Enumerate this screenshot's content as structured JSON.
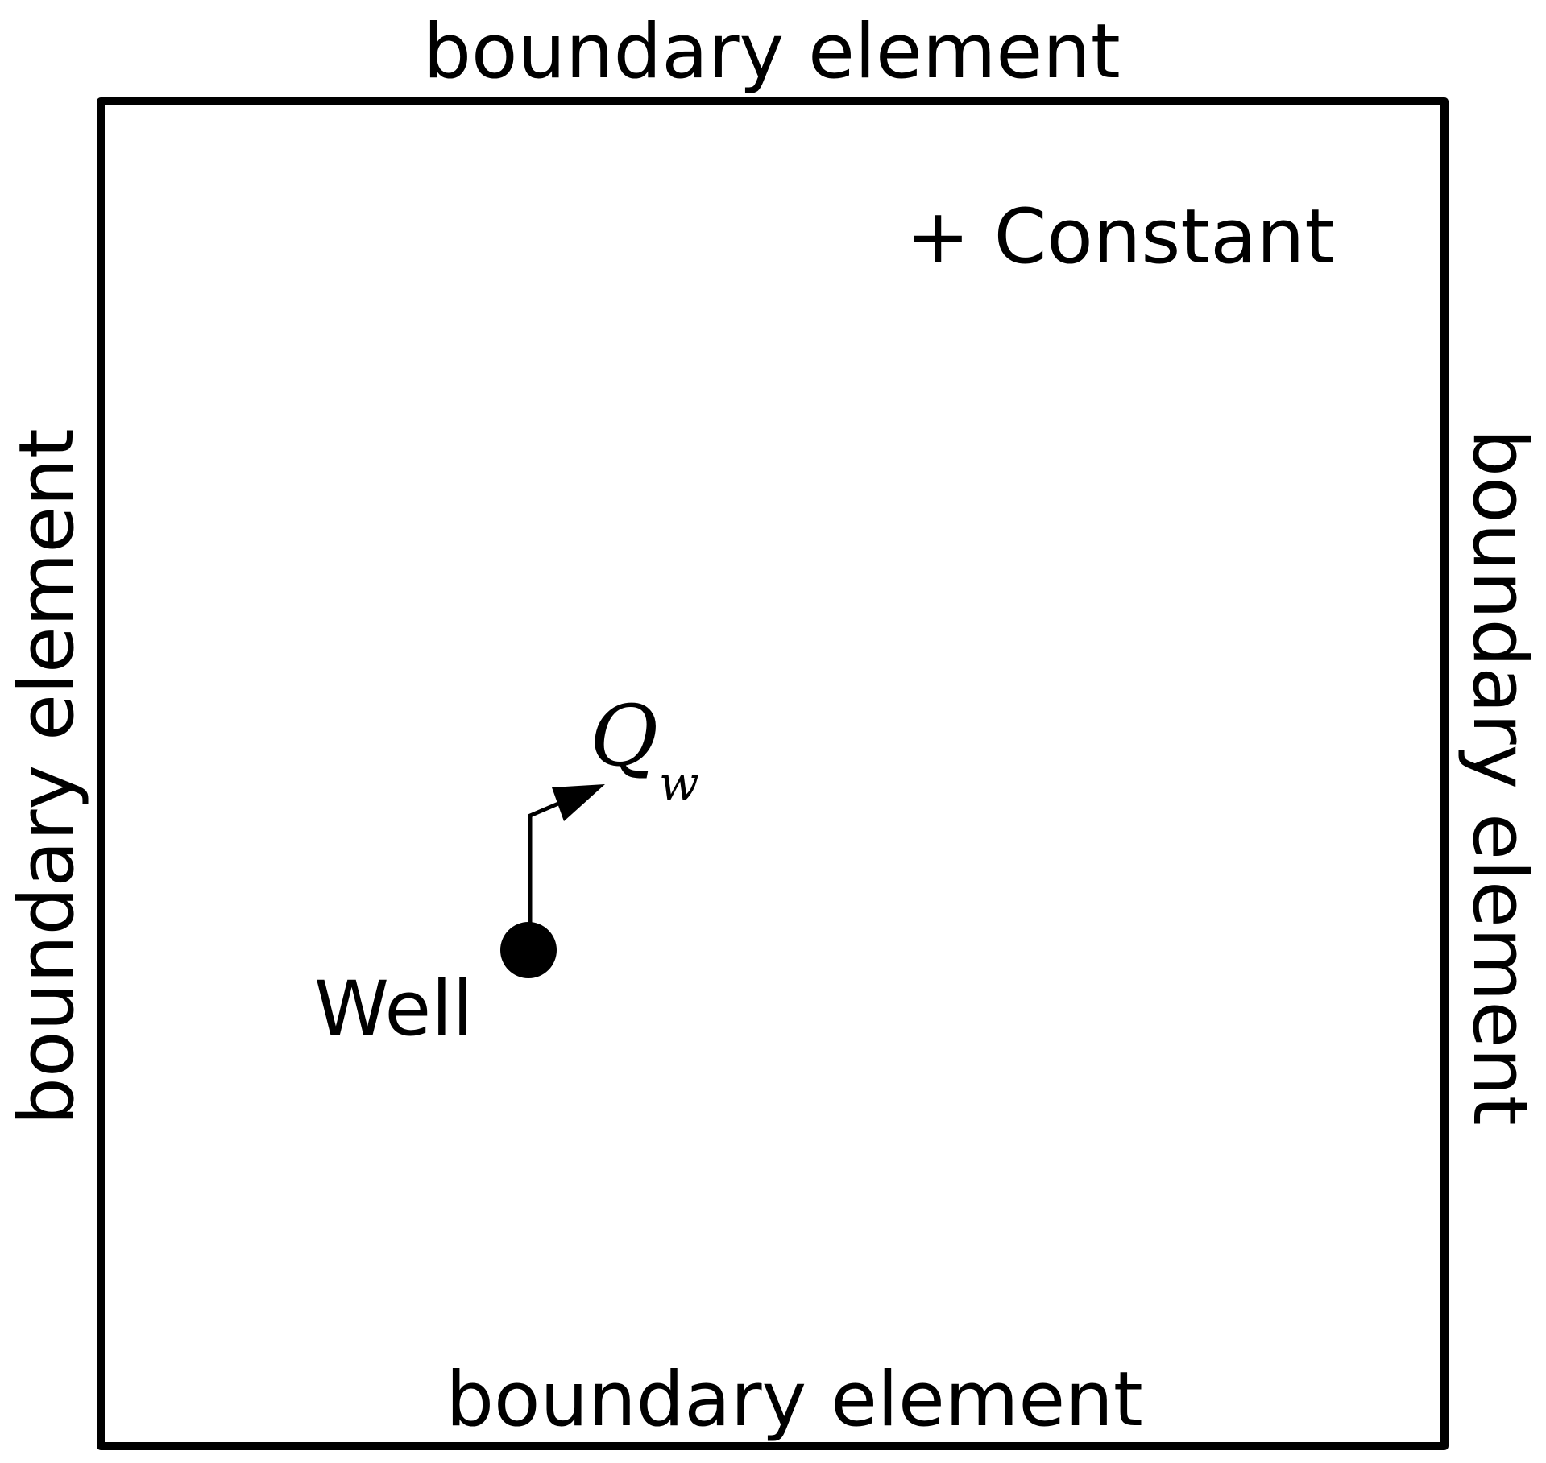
{
  "diagram": {
    "labels": {
      "top": "boundary element",
      "bottom": "boundary element",
      "left": "boundary element",
      "right": "boundary element",
      "constant": "+ Constant",
      "well": "Well",
      "flow_symbol": "Q",
      "flow_subscript": "w"
    },
    "colors": {
      "stroke": "#000000",
      "background": "#ffffff"
    }
  }
}
